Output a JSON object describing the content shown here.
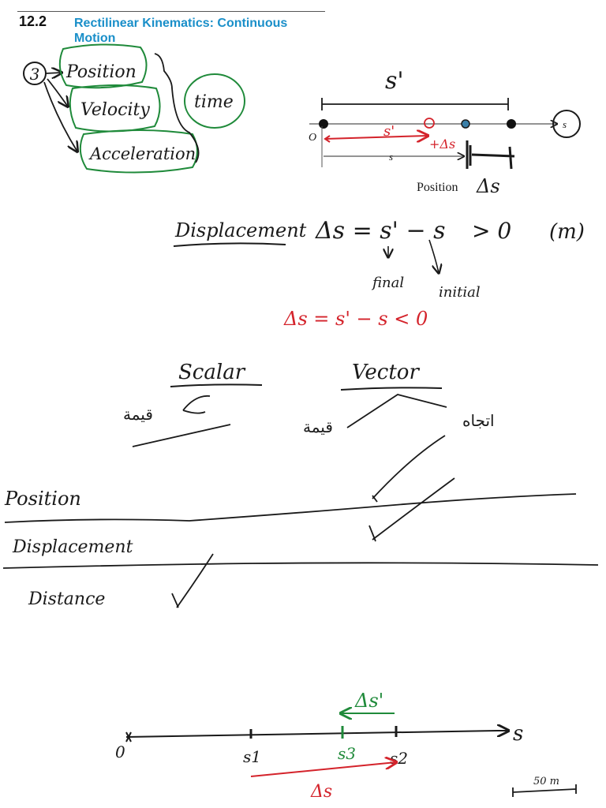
{
  "header": {
    "section_number": "12.2",
    "section_title": "Rectilinear Kinematics: Continuous Motion"
  },
  "intro_notes": {
    "count": "3",
    "items": [
      "Position",
      "Velocity",
      "Acceleration"
    ],
    "time": "time"
  },
  "figure": {
    "origin_label": "O",
    "axis_label": "s",
    "s_prime_top": "s'",
    "s_prime_red": "s'",
    "delta_s_red": "+Δs",
    "s_label": "s",
    "caption": "Position",
    "delta_s": "Δs"
  },
  "displacement": {
    "heading": "Displacement",
    "formula": "Δs = s' − s",
    "condition": "> 0",
    "unit": "(m)",
    "final_label": "final",
    "initial_label": "initial",
    "negative_formula": "Δs = s' − s < 0"
  },
  "comparison": {
    "scalar": "Scalar",
    "vector": "Vector",
    "scalar_note": "قيمة",
    "vector_note_value": "قيمة",
    "vector_note_direction": "اتجاه",
    "rows": [
      "Position",
      "Displacement",
      "Distance"
    ]
  },
  "number_line": {
    "origin": "0",
    "s1": "s1",
    "s3": "s3",
    "s2": "s2",
    "axis": "s",
    "delta_s_prime": "Δs'",
    "delta_s": "Δs",
    "scale": "50 m"
  },
  "colors": {
    "ink": "#1a1a1a",
    "green": "#1f8a3a",
    "red": "#d4232b",
    "blue": "#1a8fc9"
  }
}
